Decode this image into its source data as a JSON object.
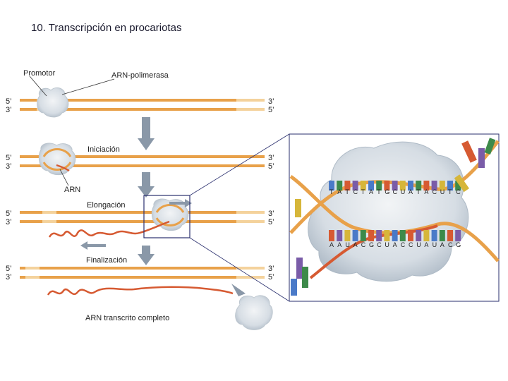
{
  "title": "10. Transcripción en procariotas",
  "labels": {
    "promotor": "Promotor",
    "polimerasa": "ARN-polimerasa",
    "iniciacion": "Iniciación",
    "arn": "ARN",
    "elongacion": "Elongación",
    "finalizacion": "Finalización",
    "arn_completo": "ARN transcrito completo"
  },
  "strand_ends": {
    "left_top": "5’",
    "left_bottom": "3’",
    "right_top": "3’",
    "right_bottom": "5’"
  },
  "zoom_bases_top": [
    "T",
    "A",
    "T",
    "C",
    "T",
    "A",
    "T",
    "G",
    "C",
    "U",
    "A",
    "T",
    "A",
    "C",
    "U",
    "T",
    "C"
  ],
  "zoom_bases_bottom": [
    "A",
    "A",
    "U",
    "A",
    "C",
    "G",
    "C",
    "U",
    "A",
    "C",
    "C",
    "U",
    "A",
    "U",
    "A",
    "C",
    "G"
  ],
  "colors": {
    "strand_orange": "#e8a14a",
    "strand_light": "#f4d29c",
    "rna_red": "#d65a32",
    "arrow_gray": "#8a98a8",
    "zoom_border": "#2a2f6e"
  }
}
